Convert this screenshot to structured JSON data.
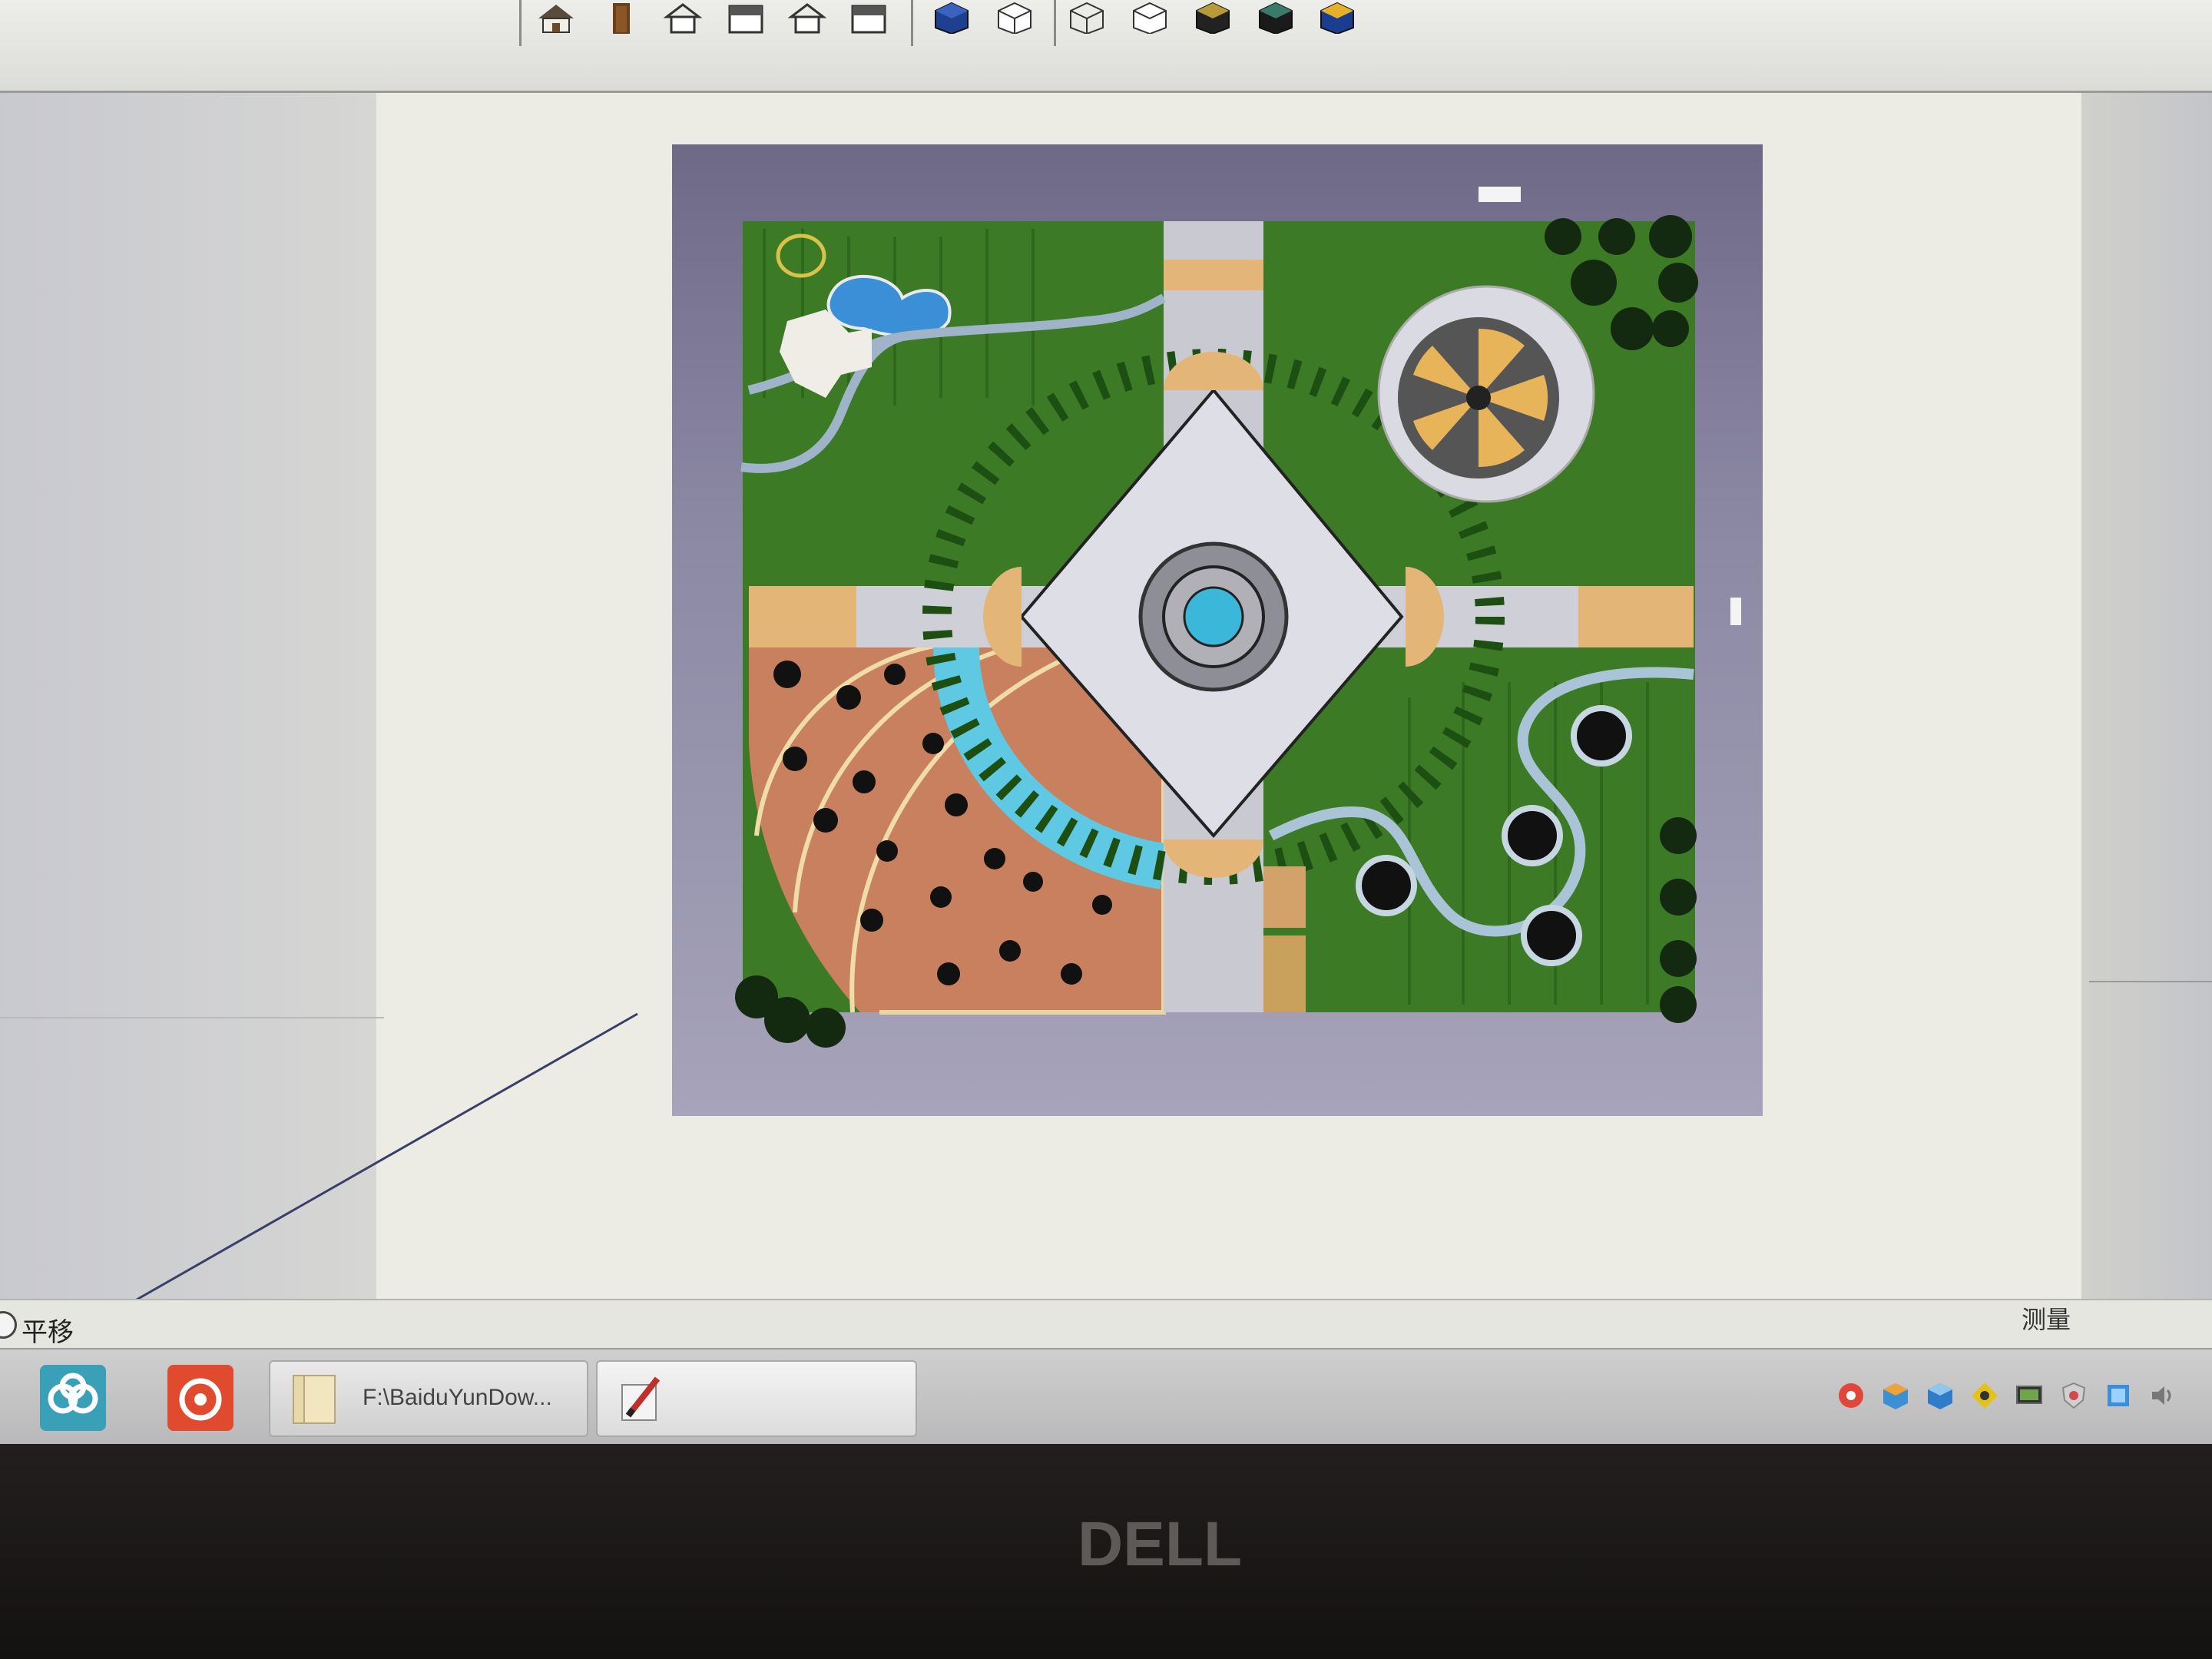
{
  "toolbar": {
    "icons": [
      "house-icon",
      "door-icon",
      "house-outline-icon",
      "wall-icon",
      "house-outline-icon",
      "wall-icon",
      "blue-cube-icon",
      "wire-cube-icon",
      "wire-cube-icon",
      "wire-cube-icon",
      "shaded-cube-icon",
      "shaded-cube-icon",
      "shaded-cube-icon"
    ]
  },
  "status_bar": {
    "tool_hint": "平移",
    "measure_label": "测量"
  },
  "taskbar": {
    "apps": [
      {
        "icon": "cloud-app-icon"
      },
      {
        "icon": "music-app-icon"
      }
    ],
    "tasks": [
      {
        "label": "F:\\BaiduYunDow...",
        "icon": "folder-icon"
      },
      {
        "label": "",
        "icon": "sketch-app-icon"
      }
    ],
    "tray_icons": [
      "red-app-icon",
      "cube-app-icon",
      "cube-app-icon",
      "yellow-app-icon",
      "display-icon",
      "shield-icon",
      "network-icon",
      "volume-icon"
    ]
  },
  "monitor": {
    "brand": "DELL"
  },
  "colors": {
    "grass": "#3f7f28",
    "plaza": "#cfcfd6",
    "terrace": "#c97f62",
    "water": "#3bb7d9",
    "frame": "#8b88a4"
  }
}
